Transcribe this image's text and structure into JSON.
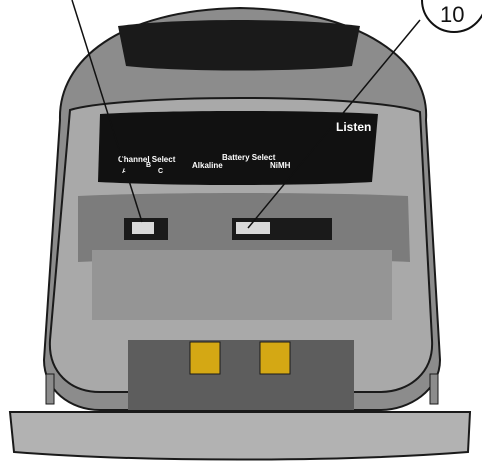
{
  "device": {
    "brand": "Listen",
    "channel_select": {
      "heading": "Channel Select",
      "positions": [
        "A",
        "B",
        "C"
      ]
    },
    "battery_select": {
      "heading": "Battery Select",
      "options": [
        "Alkaline",
        "NiMH"
      ]
    }
  },
  "callouts": [
    {
      "number": ""
    },
    {
      "number": "10"
    }
  ],
  "colors": {
    "body_outer": "#8c8c8c",
    "body_inner": "#a9a9a9",
    "label_panel": "#111111",
    "contact_pad": "#d4a814",
    "outline": "#1a1a1a"
  }
}
